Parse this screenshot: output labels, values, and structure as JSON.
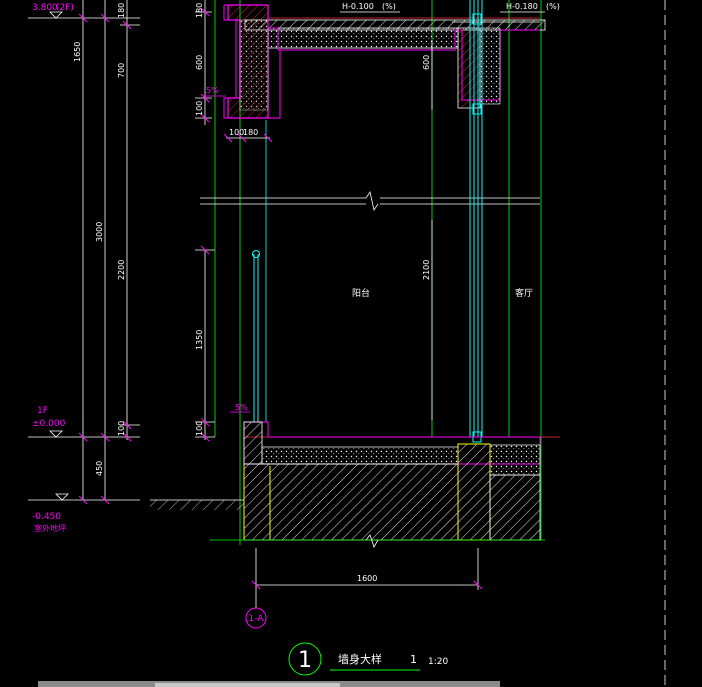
{
  "colors": {
    "background": "#000000",
    "dim": "#ffffff",
    "magenta": "#ff00ff",
    "cyan": "#00ffff",
    "green": "#00ff00",
    "yellow": "#ffff00",
    "red": "#ff3030",
    "blue": "#4a5bff",
    "grey": "#8a8a8a"
  },
  "levels": {
    "level_2f_elev": "3.800",
    "level_2f_name": "(2F)",
    "level_1f_name": "1F",
    "level_1f_elev": "±0.000",
    "level_outdoor_elev": "-0.450",
    "level_outdoor_name": "室外地坪"
  },
  "dimensions_left": {
    "d180_top": "180",
    "d1650": "1650",
    "d700": "700",
    "d3000": "3000",
    "d2200": "2200",
    "d100_bottom": "100",
    "d450": "450"
  },
  "dimensions_wall": {
    "top_180": "180",
    "d600": "600",
    "d100_mid": "100",
    "beam_100": "100",
    "beam_180": "180",
    "d1350": "1350",
    "sill_100": "100",
    "width_1600": "1600"
  },
  "dimensions_right": {
    "d600_right": "600",
    "d2100": "2100"
  },
  "annotations": {
    "floor_h_left": "H-0.100",
    "floor_h_left_suffix": "(%)",
    "floor_h_right": "H-0.180",
    "floor_h_right_suffix": "(%)",
    "slope_mark_top": "5%",
    "slope_mark_bottom": "5%",
    "room_label_left": "阳台",
    "room_label_right": "客厅",
    "axis_label": "1-A"
  },
  "title_block": {
    "number": "1",
    "title": "墙身大样",
    "sheet_ref": "1",
    "scale": "1:20"
  }
}
